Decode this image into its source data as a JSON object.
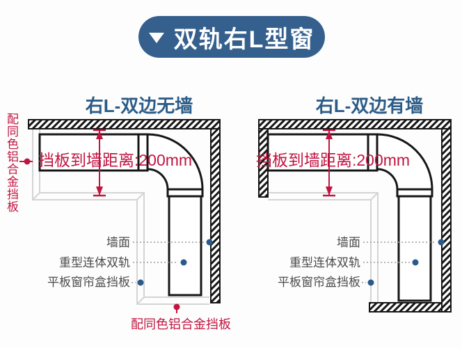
{
  "header": {
    "title": "双轨右L型窗",
    "icon": "triangle-down-icon",
    "bg_color": "#35608e",
    "text_color": "#ffffff"
  },
  "diagrams": [
    {
      "title": "右L-双边无墙",
      "dimension_label": "挡板到墙距离:200mm",
      "side_note": "配同色铝合金挡板",
      "bottom_note": "配同色铝合金挡板",
      "labels": [
        "墙面",
        "重型连体双轨",
        "平板窗帘盒挡板"
      ]
    },
    {
      "title": "右L-双边有墙",
      "dimension_label": "挡板到墙距离:200mm",
      "labels": [
        "墙面",
        "重型连体双轨",
        "平板窗帘盒挡板"
      ]
    }
  ],
  "colors": {
    "title_blue": "#2b5c88",
    "annotation_red": "#c01540",
    "label_gray": "#4b4b4b",
    "dot_blue": "#2a5a8c",
    "line_black": "#161616",
    "curtain_box_gray": "#d4d4d4"
  }
}
